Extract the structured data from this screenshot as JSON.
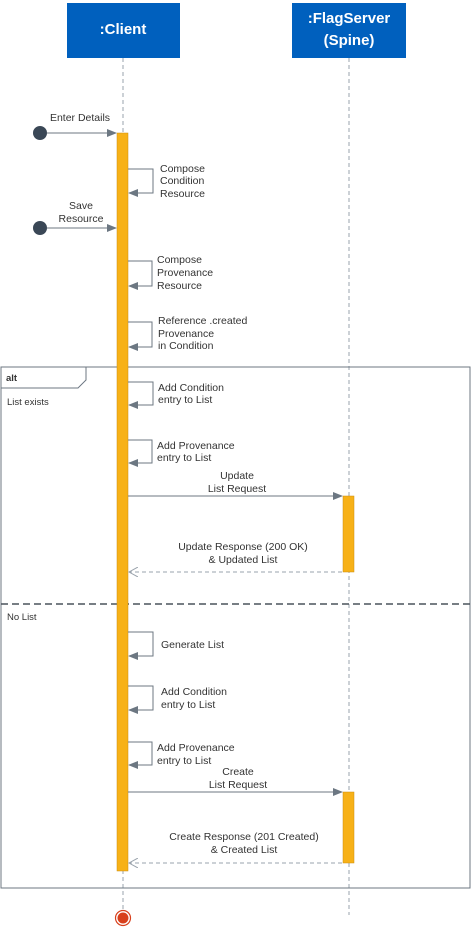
{
  "participants": {
    "client": {
      "line1": ":Client",
      "line2": ""
    },
    "server": {
      "line1": ":FlagServer",
      "line2": "(Spine)"
    }
  },
  "colors": {
    "header_fill": "#0060BE",
    "activation": "#F7B117",
    "start_dot": "#3A4756",
    "end_dot": "#D8401C",
    "arrow": "#6C7782",
    "frame": "#6C7782"
  },
  "found_messages": {
    "enter_details": "Enter Details",
    "save_resource": [
      "Save",
      "Resource"
    ]
  },
  "self_messages": {
    "compose_condition": [
      "Compose",
      "Condition",
      "Resource"
    ],
    "compose_provenance": [
      "Compose",
      "Provenance",
      "Resource"
    ],
    "reference_created": [
      "Reference .created",
      "Provenance",
      "in Condition"
    ],
    "add_condition_1": [
      "Add Condition",
      "entry to List"
    ],
    "add_provenance_1": [
      "Add Provenance",
      "entry to List"
    ],
    "generate_list": [
      "Generate List"
    ],
    "add_condition_2": [
      "Add Condition",
      "entry to List"
    ],
    "add_provenance_2": [
      "Add Provenance",
      "entry to List"
    ]
  },
  "messages": {
    "update_request": [
      "Update",
      "List Request"
    ],
    "update_response": [
      "Update Response (200 OK)",
      "& Updated List"
    ],
    "create_request": [
      "Create",
      "List Request"
    ],
    "create_response": [
      "Create Response (201 Created)",
      "& Created List"
    ]
  },
  "alt_frame": {
    "keyword": "alt",
    "guard_1": "List exists",
    "guard_2": "No List"
  }
}
